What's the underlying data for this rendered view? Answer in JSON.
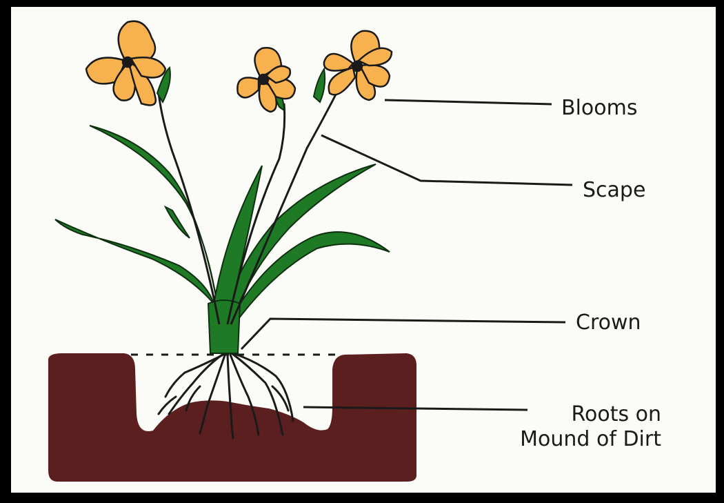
{
  "labels": {
    "blooms": "Blooms",
    "scape": "Scape",
    "crown": "Crown",
    "roots_line1": "Roots on",
    "roots_line2": "Mound of Dirt"
  },
  "colors": {
    "background": "#fbfbf7",
    "frame": "#000000",
    "bloom": "#f7b24f",
    "leaf": "#1f7a26",
    "soil": "#5b1f1f",
    "ink": "#1a1a1a"
  }
}
